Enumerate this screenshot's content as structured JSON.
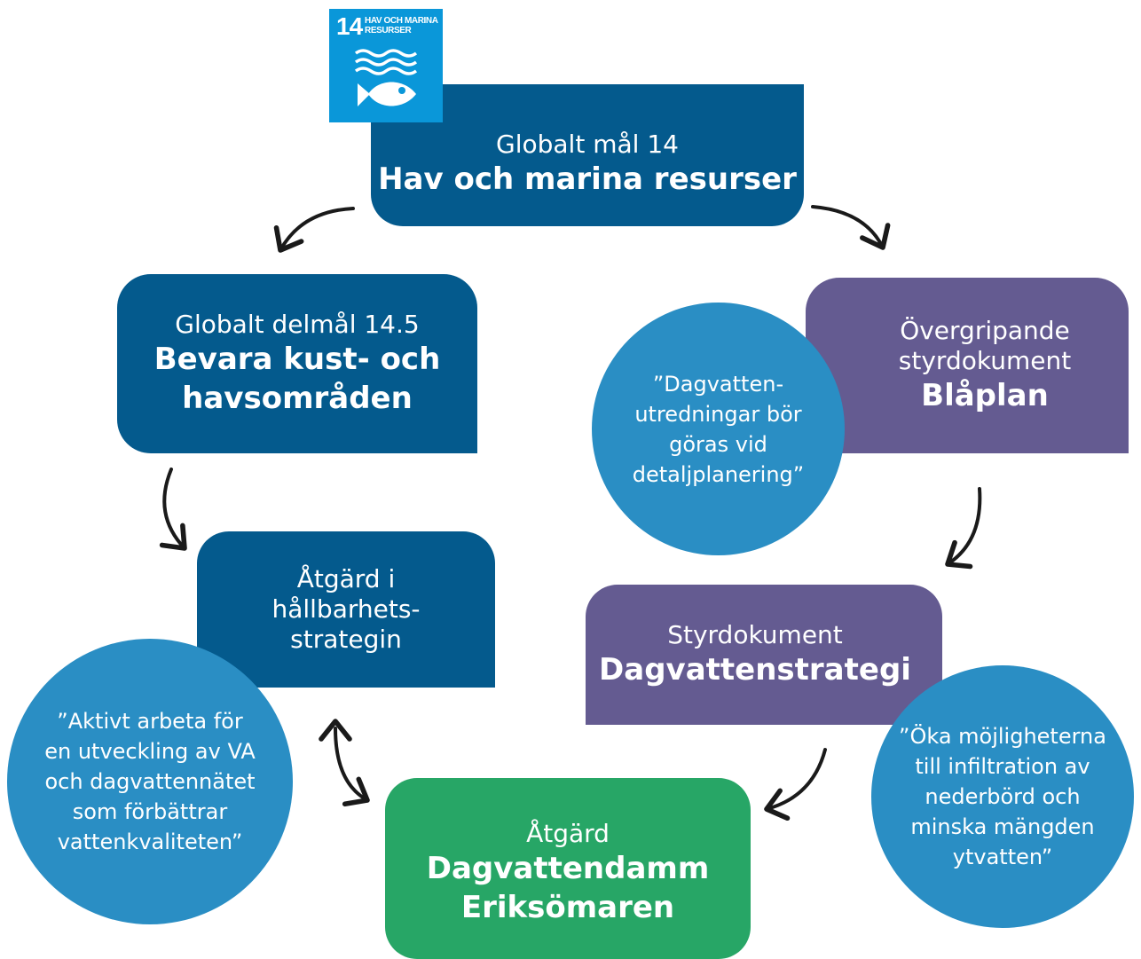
{
  "sdg_tile": {
    "number": "14",
    "title": "HAV OCH MARINA\nRESURSER",
    "color": "#0a97d9",
    "icon": "fish-waves-icon"
  },
  "goal14": {
    "line1": "Globalt mål 14",
    "line2": "Hav och marina resurser",
    "color": "#045a8d"
  },
  "delmal": {
    "line1": "Globalt delmål 14.5",
    "line2": "Bevara kust- och\nhavsområden",
    "color": "#045a8d"
  },
  "blaplan": {
    "line1": "Övergripande\nstyrdokument",
    "line2": "Blåplan",
    "color": "#645b91"
  },
  "blaplan_quote": "”Dagvatten-\nutredningar bör\ngöras vid\ndetaljplanering”",
  "strategin": {
    "text": "Åtgärd i\nhållbarhets-\nstrategin",
    "color": "#045a8d"
  },
  "strategin_quote": "”Aktivt arbeta för\nen utveckling av VA\noch dagvattennätet\nsom förbättrar\nvattenkvaliteten”",
  "dagvattenstrategi": {
    "line1": "Styrdokument",
    "line2": "Dagvattenstrategi",
    "color": "#645b91"
  },
  "dagvattenstrategi_quote": "”Öka möjligheterna\ntill infiltration av\nnederbörd och\nminska mängden\nytvatten”",
  "atgard": {
    "line1": "Åtgärd",
    "line2": "Dagvattendamm\nEriksömaren",
    "color": "#27a666"
  },
  "quote_circle_color": "#2a8ec4",
  "arrow_color": "#1a1a1a"
}
